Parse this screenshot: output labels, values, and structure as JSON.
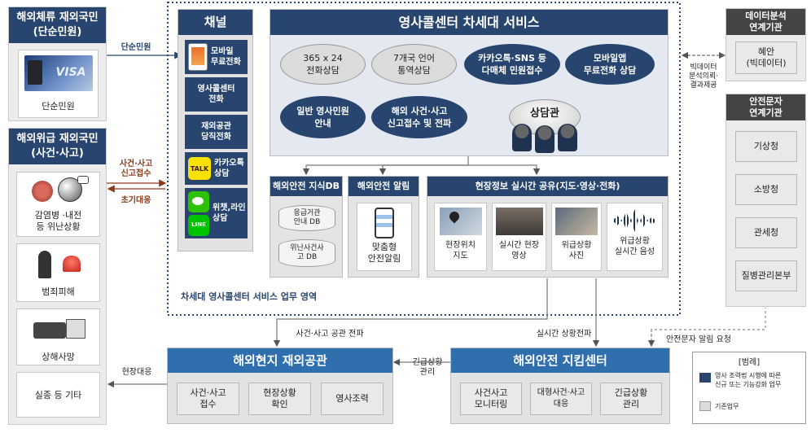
{
  "left": {
    "sec1": {
      "title": "해외체류 재외국민\n(단순민원)",
      "image_label": "VISA",
      "item": "단순민원"
    },
    "sec2": {
      "title": "해외위급 재외국민\n(사건·사고)",
      "items": [
        "감염병 ·내전\n등 위난상황",
        "범죄피해",
        "상해사망",
        "실종 등 기타"
      ]
    }
  },
  "arrows": {
    "simple": "단순민원",
    "incident_report": "사건·사고\n신고접수",
    "initial_response": "초기대응",
    "bigdata": "빅데이터\n분석의뢰·\n결과제공",
    "incident_share": "사건·사고 공관 전파",
    "realtime_share": "실시간 상황전파",
    "emergency": "긴급상황\n관리",
    "field_response": "현장대응",
    "alert_request": "안전문자 알림 요청"
  },
  "channel": {
    "title": "채널",
    "items": [
      {
        "icon": "mobile-icon",
        "label": "모바일\n무료전화"
      },
      {
        "icon": "",
        "label": "영사콜센터\n전화"
      },
      {
        "icon": "",
        "label": "재외공관\n당직전화"
      },
      {
        "icon": "kakao-icon",
        "icon_text": "TALK",
        "label": "카카오톡\n상담"
      },
      {
        "icon": "wechat-line-icon",
        "icon_text": "LINE",
        "label": "위챗,라인\n상담"
      }
    ]
  },
  "services": {
    "title": "영사콜센터 차세대 서비스",
    "gray": [
      "365 x 24\n전화상담",
      "7개국 언어\n통역상담"
    ],
    "blue": [
      "카카오톡·SNS 등\n다매체 민원접수",
      "모바일앱\n무료전화 상담",
      "일반 영사민원\n안내",
      "해외 사건·사고\n신고접수 및 전파"
    ],
    "counselor": "상담관"
  },
  "knowledge_db": {
    "title": "해외안전 지식DB",
    "items": [
      "응급거관\n안내 DB",
      "위난사건사\n고 DB"
    ]
  },
  "alert": {
    "title": "해외안전 알림",
    "item": "맞춤형\n안전알림"
  },
  "field_share": {
    "title": "현장정보 실시간 공유(지도·영상·전화)",
    "items": [
      "현장위치\n지도",
      "실시간 현장\n영상",
      "위급상황\n사진",
      "위급상황\n실시간 음성"
    ]
  },
  "area_label": "차세대 영사콜센터 서비스 업무 영역",
  "data_org": {
    "title": "데이터분석\n연계기관",
    "item": "혜안\n(빅데이터)"
  },
  "safety_org": {
    "title": "안전문자\n연계기관",
    "items": [
      "기상청",
      "소방청",
      "관세청",
      "질병관리본부"
    ]
  },
  "embassy": {
    "title": "해외현지 재외공관",
    "items": [
      "사건·사고\n접수",
      "현장상황\n확인",
      "영사조력"
    ]
  },
  "center": {
    "title": "해외안전 지킴센터",
    "items": [
      "사건사고\n모니터링",
      "대형사건·사고\n대응",
      "긴급상황\n관리"
    ]
  },
  "legend": {
    "title": "[범례]",
    "items": [
      {
        "color": "#27456f",
        "label": "영사 조력법 시행에 따른\n신규 또는 기능강화 업무"
      },
      {
        "color": "#dcdcdc",
        "label": "기존업무"
      }
    ]
  }
}
